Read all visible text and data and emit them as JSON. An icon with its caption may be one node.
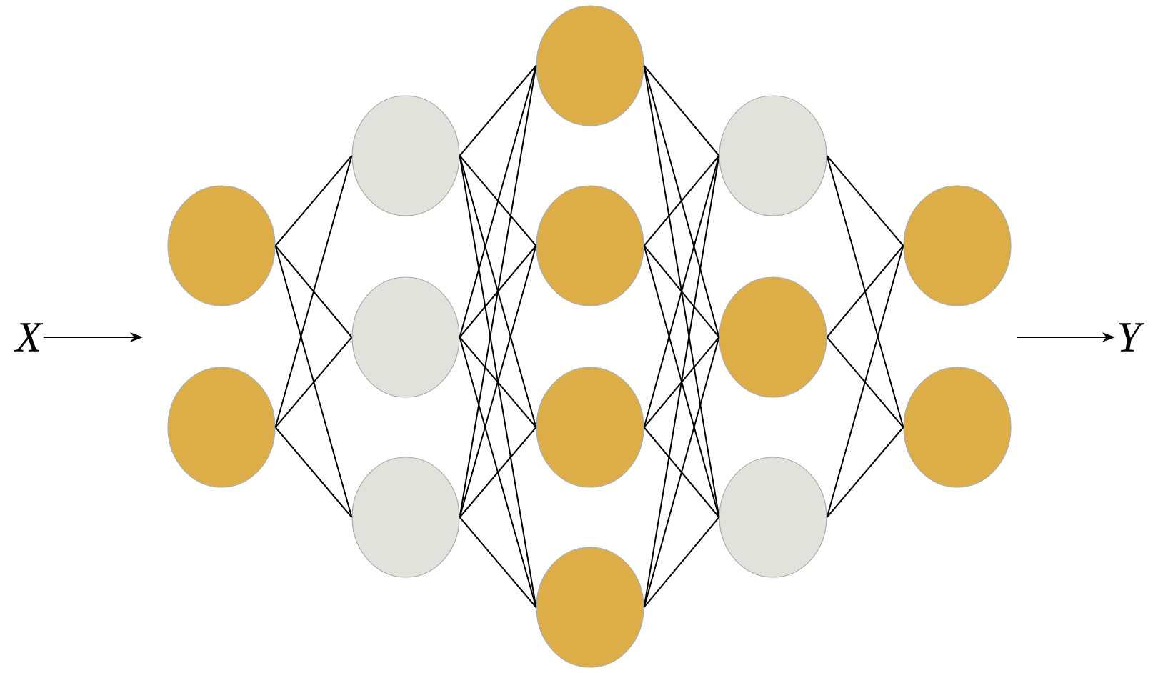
{
  "diagram": {
    "nodes": [
      {
        "text": [
          "X"
        ]
      },
      {
        "text": [],
        "shape": "circle"
      },
      {
        "text": [],
        "shape": "circle"
      },
      {
        "text": [],
        "shape": "circle"
      },
      {
        "text": [],
        "shape": "circle"
      },
      {
        "text": [],
        "shape": "circle"
      },
      {
        "text": [],
        "shape": "circle"
      },
      {
        "text": [],
        "shape": "circle"
      },
      {
        "text": [],
        "shape": "circle"
      },
      {
        "text": [],
        "shape": "circle"
      },
      {
        "text": [],
        "shape": "circle"
      },
      {
        "text": [],
        "shape": "circle"
      },
      {
        "text": [],
        "shape": "circle"
      },
      {
        "text": [],
        "shape": "circle"
      },
      {
        "text": [],
        "shape": "circle"
      },
      {
        "text": [
          "Y"
        ]
      }
    ],
    "edges": [
      {
        "from": 0,
        "to": null,
        "arrow": "to"
      },
      {
        "from": 1,
        "to": 3,
        "arrow": "none"
      },
      {
        "from": 1,
        "to": 4,
        "arrow": "none"
      },
      {
        "from": 1,
        "to": 5,
        "arrow": "none"
      },
      {
        "from": 2,
        "to": 3,
        "arrow": "none"
      },
      {
        "from": 2,
        "to": 4,
        "arrow": "none"
      },
      {
        "from": 2,
        "to": 5,
        "arrow": "none"
      },
      {
        "from": 3,
        "to": 6,
        "arrow": "none"
      },
      {
        "from": 3,
        "to": 7,
        "arrow": "none"
      },
      {
        "from": 3,
        "to": 8,
        "arrow": "none"
      },
      {
        "from": 3,
        "to": 9,
        "arrow": "none"
      },
      {
        "from": 4,
        "to": 6,
        "arrow": "none"
      },
      {
        "from": 4,
        "to": 7,
        "arrow": "none"
      },
      {
        "from": 4,
        "to": 8,
        "arrow": "none"
      },
      {
        "from": 4,
        "to": 9,
        "arrow": "none"
      },
      {
        "from": 5,
        "to": 6,
        "arrow": "none"
      },
      {
        "from": 5,
        "to": 7,
        "arrow": "none"
      },
      {
        "from": 5,
        "to": 8,
        "arrow": "none"
      },
      {
        "from": 5,
        "to": 9,
        "arrow": "none"
      },
      {
        "from": 6,
        "to": 10,
        "arrow": "none"
      },
      {
        "from": 6,
        "to": 11,
        "arrow": "none"
      },
      {
        "from": 6,
        "to": 12,
        "arrow": "none"
      },
      {
        "from": 7,
        "to": 10,
        "arrow": "none"
      },
      {
        "from": 7,
        "to": 11,
        "arrow": "none"
      },
      {
        "from": 7,
        "to": 12,
        "arrow": "none"
      },
      {
        "from": 8,
        "to": 10,
        "arrow": "none"
      },
      {
        "from": 8,
        "to": 11,
        "arrow": "none"
      },
      {
        "from": 8,
        "to": 12,
        "arrow": "none"
      },
      {
        "from": 9,
        "to": 10,
        "arrow": "none"
      },
      {
        "from": 9,
        "to": 11,
        "arrow": "none"
      },
      {
        "from": 9,
        "to": 12,
        "arrow": "none"
      },
      {
        "from": 10,
        "to": 13,
        "arrow": "none"
      },
      {
        "from": 10,
        "to": 14,
        "arrow": "none"
      },
      {
        "from": 11,
        "to": 13,
        "arrow": "none"
      },
      {
        "from": 11,
        "to": 14,
        "arrow": "none"
      },
      {
        "from": 12,
        "to": 13,
        "arrow": "none"
      },
      {
        "from": 12,
        "to": 14,
        "arrow": "none"
      },
      {
        "from": null,
        "to": 15,
        "arrow": "to"
      }
    ]
  }
}
